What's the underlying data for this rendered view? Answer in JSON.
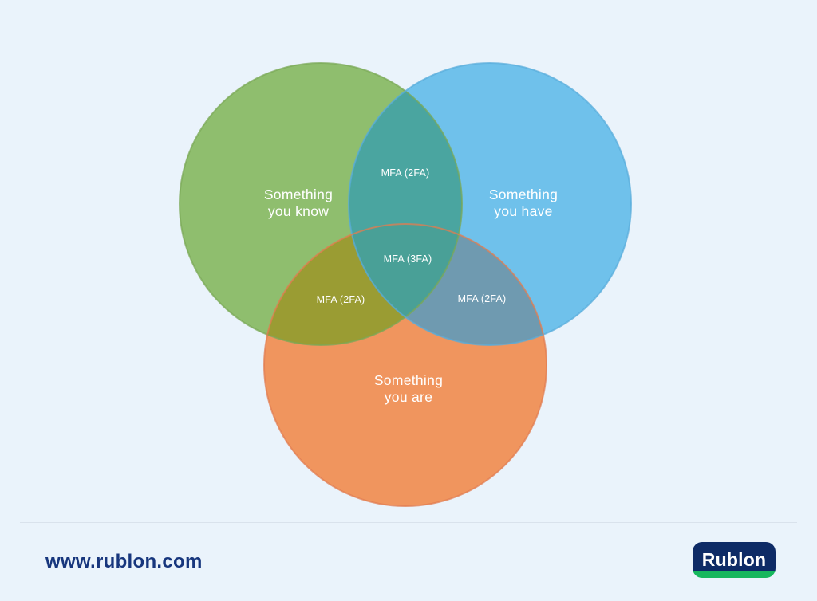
{
  "page": {
    "background_color": "#EAF3FB"
  },
  "venn": {
    "label_color": "#FFFFFF",
    "circles": [
      {
        "name": "know",
        "label_line1": "Something",
        "label_line2": "you know",
        "fill": "#8FBE6E",
        "stroke": "#79A855"
      },
      {
        "name": "have",
        "label_line1": "Something",
        "label_line2": "you have",
        "fill": "#6FC1EB",
        "stroke": "#58ACDB"
      },
      {
        "name": "are",
        "label_line1": "Something",
        "label_line2": "you are",
        "fill": "#F0955E",
        "stroke": "#E17C50"
      }
    ],
    "overlaps": {
      "know_have": {
        "label": "MFA (2FA)",
        "fill": "#4AA5A0"
      },
      "know_are": {
        "label": "MFA (2FA)",
        "fill": "#9A9C33"
      },
      "have_are": {
        "label": "MFA (2FA)",
        "fill": "#6F9AB0"
      },
      "center": {
        "label": "MFA (3FA)",
        "fill": "#49A097"
      }
    }
  },
  "footer": {
    "divider_color": "#D9E2EC",
    "website": "www.rublon.com",
    "website_color": "#17367D",
    "logo": {
      "text": "Rublon",
      "text_color": "#FFFFFF",
      "bg_color": "#0E2B66",
      "accent_color": "#17B75D"
    }
  }
}
